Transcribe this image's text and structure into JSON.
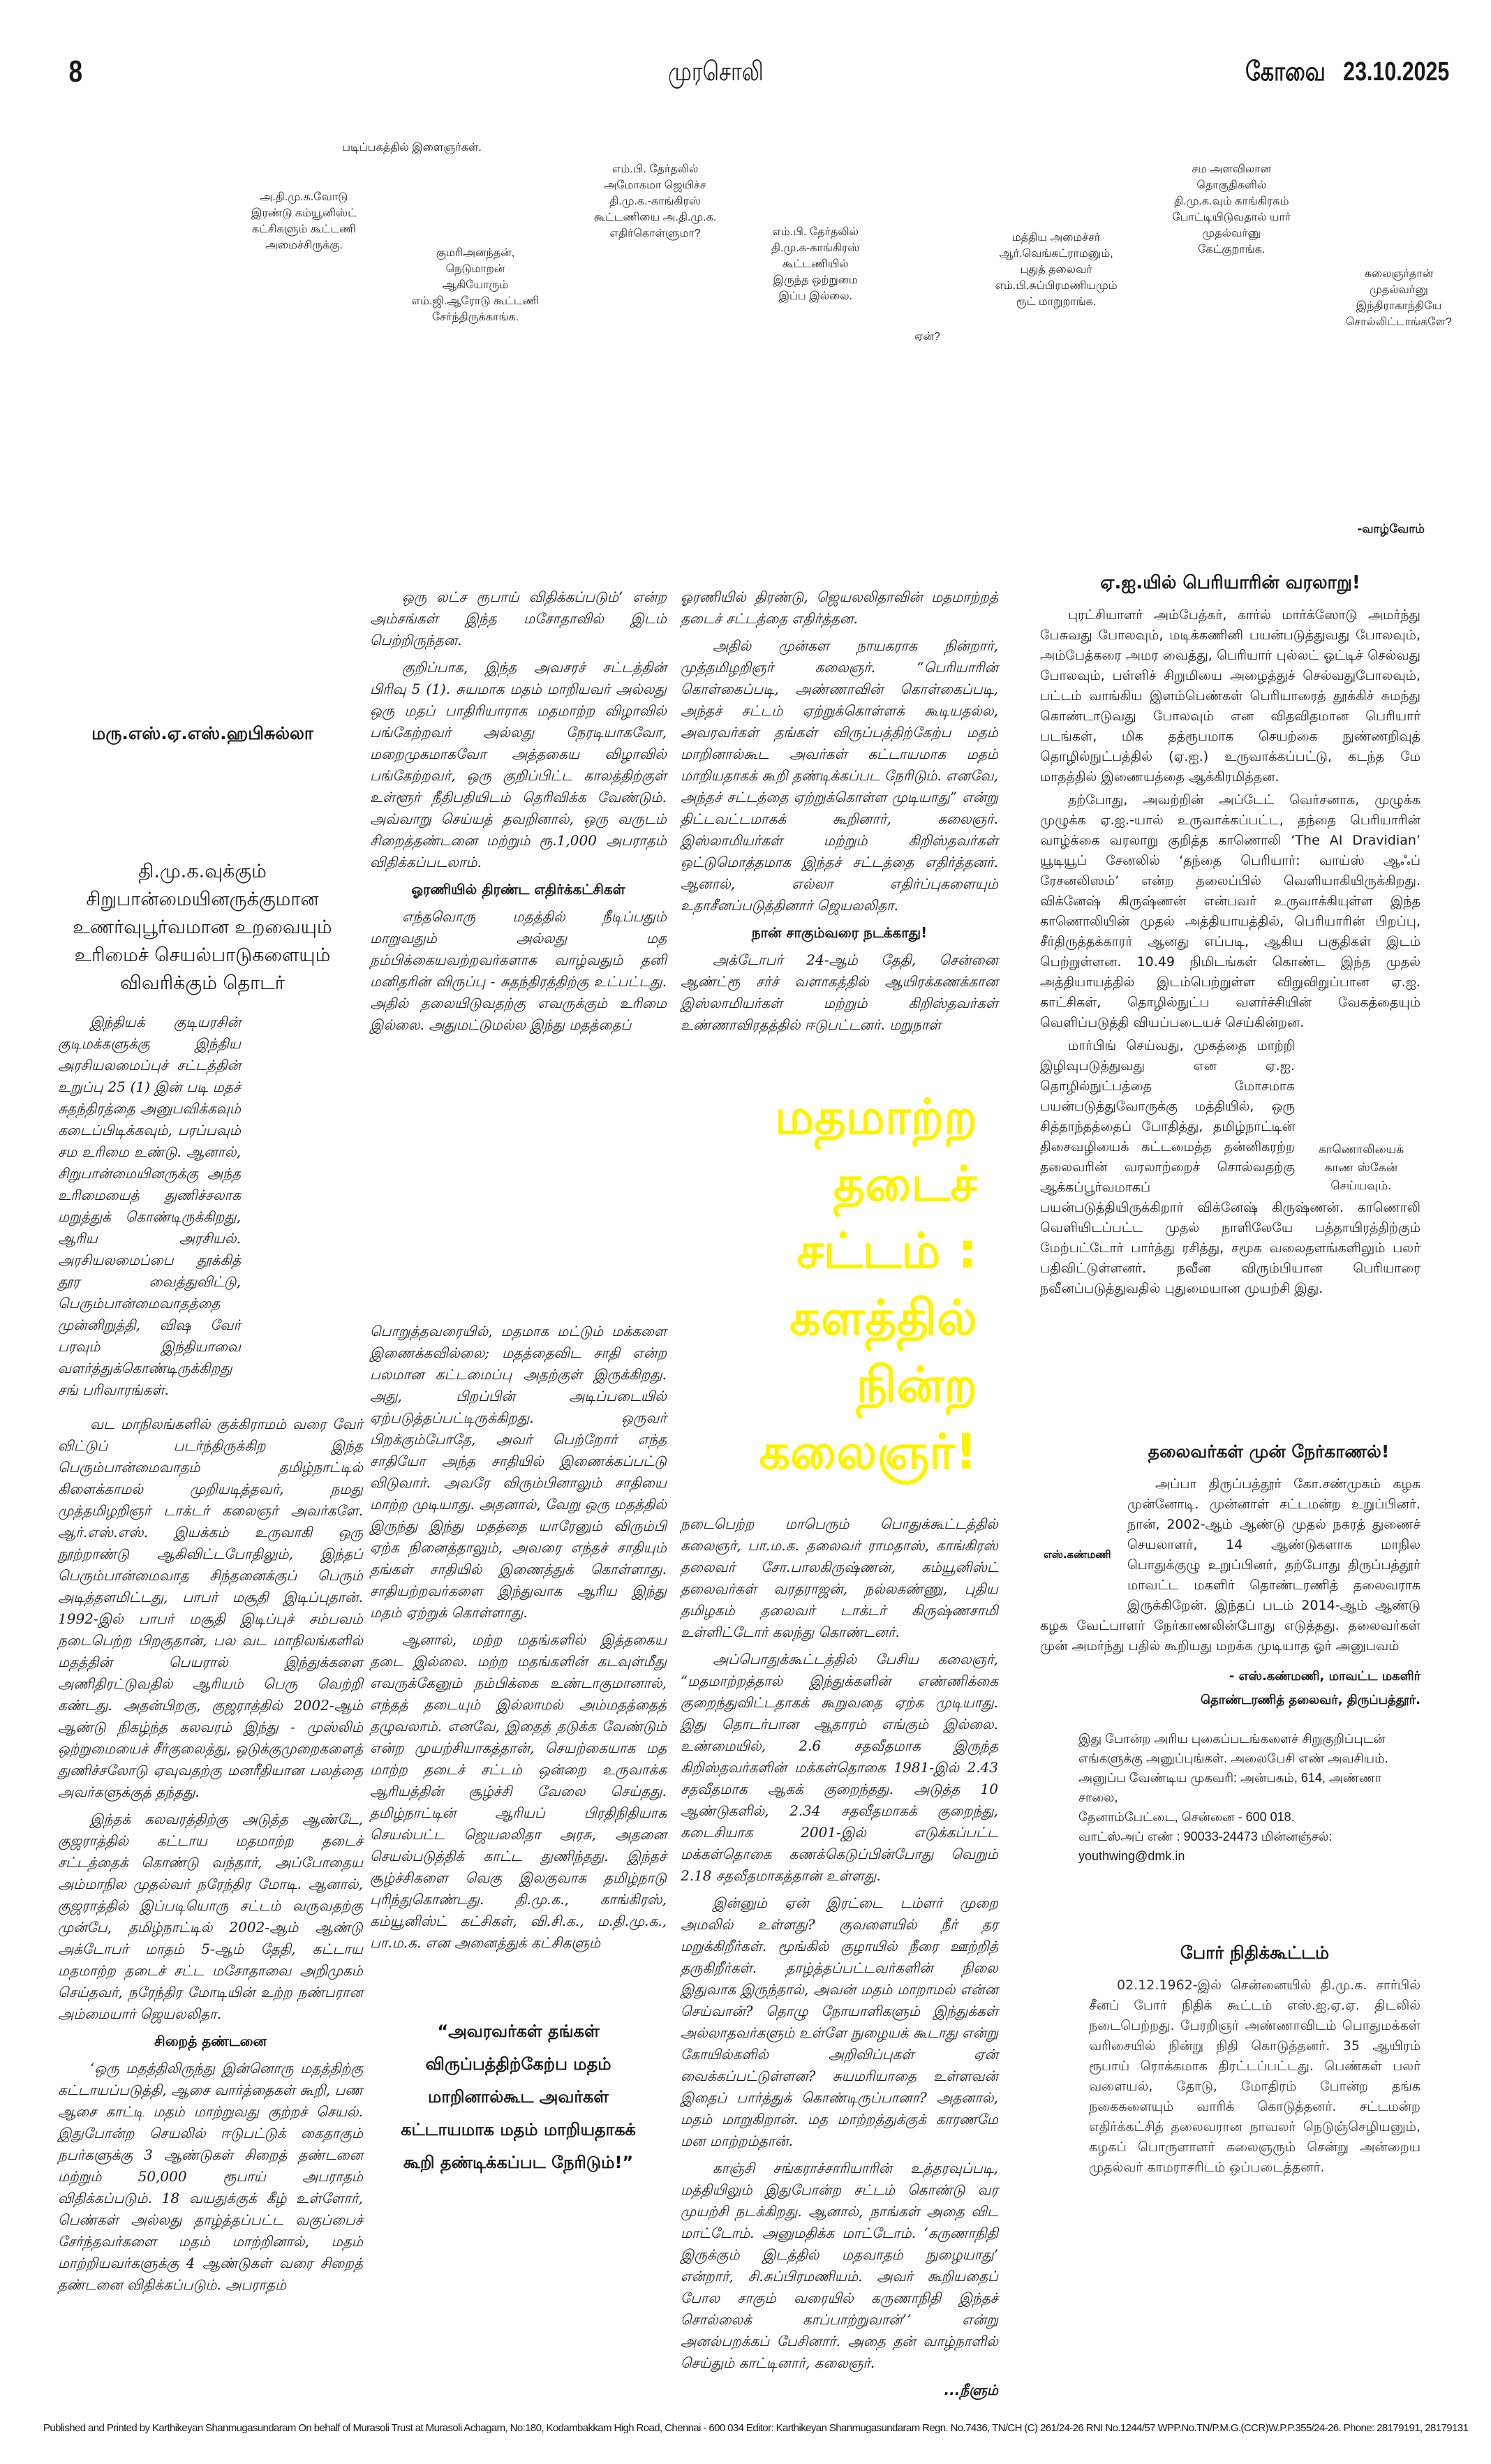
{
  "header": {
    "page_number": "8",
    "masthead": "முரசொலி",
    "edition_date": "கோவை   23.10.2025"
  },
  "cartoon": {
    "caption_top": "படிப்பகத்தில் இளைஞர்கள்.",
    "bubbles": [
      [
        "அ.தி.மு.க.வோடு",
        "இரண்டு கம்யூனிஸ்ட்",
        "கட்சிகளும் கூட்டணி",
        "அமைச்சிருக்கு."
      ],
      [
        "குமரிஅனந்தன்,",
        "நெடுமாறன்",
        "ஆகியோரும்",
        "எம்.ஜி.ஆரோடு கூட்டணி",
        "சேர்ந்திருக்காங்க."
      ],
      [
        "எம்.பி. தேர்தலில்",
        "அமோகமா ஜெயிச்ச",
        "தி.மு.க.-காங்கிரஸ்",
        "கூட்டணியை அ.தி.மு.க.",
        "எதிர்கொள்ளுமா?"
      ],
      [
        "எம்.பி. தேர்தலில்",
        "தி.மு.க-காங்கிரஸ்",
        "கூட்டணியில்",
        "இருந்த ஒற்றுமை",
        "இப்ப இல்லை."
      ],
      [
        "மத்திய அமைச்சர்",
        "ஆர்.வெங்கட்ராமனும்,",
        "புதுத் தலைவர்",
        "எம்.பி.சுப்பிரமணியமும்",
        "ரூட் மாறுறாங்க."
      ],
      [
        "சம அளவிலான",
        "தொகுதிகளில்",
        "தி.மு.க.வும் காங்கிரசும்",
        "போட்டியிடுவதால் யார்",
        "முதல்வர்னு",
        "கேட்குறாங்க."
      ],
      [
        "கலைஞர்தான்",
        "முதல்வர்னு",
        "இந்திராகாந்தியே",
        "சொல்லிட்டாங்களே?"
      ],
      [
        "ஏன்?"
      ]
    ],
    "signoff": "-வாழ்வோம்"
  },
  "main_article": {
    "author": "மரு.எஸ்.ஏ.எஸ்.ஹபிசுல்லா",
    "series_title": [
      "தி.மு.க.வுக்கும்",
      "சிறுபான்மையினருக்குமான",
      "உணர்வுபூர்வமான உறவையும்",
      "உரிமைச் செயல்பாடுகளையும்",
      "விவரிக்கும் தொடர்"
    ],
    "headline": [
      "மதமாற்ற",
      "தடைச் சட்டம் :",
      "களத்தில் நின்ற",
      "கலைஞர்!"
    ],
    "col1_intro": "இந்தியக் குடியரசின் குடிமக்களுக்கு இந்திய அரசியலமைப்புச் சட்டத்தின் உறுப்பு 25 (1) இன் படி மதச் சுதந்திரத்தை அனுபவிக்கவும் கடைப்பிடிக்கவும், பரப்பவும் சம உரிமை உண்டு. ஆனால், சிறுபான்மையினருக்கு அந்த உரிமையைத் துணிச்சலாக மறுத்துக் கொண்டிருக்கிறது, ஆரிய அரசியல். அரசியலமைப்பை தூக்கித் தூர வைத்துவிட்டு, பெரும்பான்மைவாதத்தை முன்னிறுத்தி, விஷ வேர் பரவும் இந்தியாவை வளர்த்துக்கொண்டிருக்கிறது சங் பரிவாரங்கள்.",
    "col1": [
      "வட மாநிலங்களில் குக்கிராமம் வரை வேர் விட்டுப் படர்ந்திருக்கிற இந்த பெரும்பான்மைவாதம் தமிழ்நாட்டில் கிளைக்காமல் முறியடித்தவர், நமது முத்தமிழறிஞர் டாக்டர் கலைஞர் அவர்களே. ஆர்.எஸ்.எஸ். இயக்கம் உருவாகி ஒரு நூற்றாண்டு ஆகிவிட்டபோதிலும், இந்தப் பெரும்பான்மைவாத சிந்தனைக்குப் பெரும் அடித்தளமிட்டது, பாபர் மசூதி இடிப்புதான். 1992-இல் பாபர் மசூதி இடிப்புச் சம்பவம் நடைபெற்ற பிறகுதான், பல வட மாநிலங்களில் மதத்தின் பெயரால் இந்துக்களை அணிதிரட்டுவதில் ஆரியம் பெரு வெற்றி கண்டது. அதன்பிறகு, குஜராத்தில் 2002-ஆம் ஆண்டு நிகழ்ந்த கலவரம் இந்து - முஸ்லிம் ஒற்றுமையைச் சீர்குலைத்து, ஒடுக்குமுறைகளைத் துணிச்சலோடு ஏவுவதற்கு மனரீதியான பலத்தை அவர்களுக்குத் தந்தது.",
      "இந்தக் கலவரத்திற்கு அடுத்த ஆண்டே, குஜராத்தில் கட்டாய மதமாற்ற தடைச் சட்டத்தைக் கொண்டு வந்தார், அப்போதைய அம்மாநில முதல்வர் நரேந்திர மோடி. ஆனால், குஜராத்தில் இப்படியொரு சட்டம் வருவதற்கு முன்பே, தமிழ்நாட்டில் 2002-ஆம் ஆண்டு அக்டோபர் மாதம் 5-ஆம் தேதி, கட்டாய மதமாற்ற தடைச் சட்ட மசோதாவை அறிமுகம் செய்தவர், நரேந்திர மோடியின் உற்ற நண்பரான அம்மையார் ஜெயலலிதா."
    ],
    "sub_jail": "சிறைத் தண்டனை",
    "col1_after": "‘ஒரு மதத்திலிருந்து இன்னொரு மதத்திற்கு கட்டாயப்படுத்தி, ஆசை வார்த்தைகள் கூறி, பண ஆசை காட்டி மதம் மாற்றுவது குற்றச் செயல். இதுபோன்ற செயலில் ஈடுபட்டுக் கைதாகும் நபர்களுக்கு 3 ஆண்டுகள் சிறைத் தண்டனை மற்றும் 50,000 ரூபாய் அபராதம் விதிக்கப்படும். 18 வயதுக்குக் கீழ் உள்ளோர், பெண்கள் அல்லது தாழ்த்தப்பட்ட வகுப்பைச் சேர்ந்தவர்களை மதம் மாற்றினால், மதம் மாற்றியவர்களுக்கு 4 ஆண்டுகள் வரை சிறைத் தண்டனை விதிக்கப்படும். அபராதம்",
    "col2_top": [
      "ஒரு லட்ச ரூபாய் விதிக்கப்படும்’ என்ற அம்சங்கள் இந்த மசோதாவில் இடம் பெற்றிருந்தன.",
      "குறிப்பாக, இந்த அவசரச் சட்டத்தின் பிரிவு 5 (1). சுயமாக மதம் மாறியவர் அல்லது ஒரு மதப் பாதிரியாராக மதமாற்ற விழாவில் பங்கேற்றவர் அல்லது நேரடியாகவோ, மறைமுகமாகவோ அத்தகைய விழாவில் பங்கேற்றவர், ஒரு குறிப்பிட்ட காலத்திற்குள் உள்ளூர் நீதிபதியிடம் தெரிவிக்க வேண்டும். அவ்வாறு செய்யத் தவறினால், ஒரு வருடம் சிறைத்தண்டனை மற்றும் ரூ.1,000 அபராதம் விதிக்கப்படலாம்."
    ],
    "sub_opposition": "ஓரணியில் திரண்ட எதிர்க்கட்சிகள்",
    "col2_mid": "எந்தவொரு மதத்தில் நீடிப்பதும் மாறுவதும் அல்லது மத நம்பிக்கையவற்றவர்களாக வாழ்வதும் தனி மனிதரின் விருப்பு - சுதந்திரத்திற்கு உட்பட்டது. அதில் தலையிடுவதற்கு எவருக்கும் உரிமை இல்லை. அதுமட்டுமல்ல இந்து மதத்தைப்",
    "col2_bottom": [
      "பொறுத்தவரையில், மதமாக மட்டும் மக்களை இணைக்கவில்லை; மதத்தைவிட சாதி என்ற பலமான கட்டமைப்பு அதற்குள் இருக்கிறது. அது, பிறப்பின் அடிப்படையில் ஏற்படுத்தப்பட்டிருக்கிறது. ஒருவர் பிறக்கும்போதே, அவர் பெற்றோர் எந்த சாதியோ அந்த சாதியில் இணைக்கப்பட்டு விடுவார். அவரே விரும்பினாலும் சாதியை மாற்ற முடியாது. அதனால், வேறு ஒரு மதத்தில் இருந்து இந்து மதத்தை யாரேனும் விரும்பி ஏற்க நினைத்தாலும், அவரை எந்தச் சாதியும் தங்கள் சாதியில் இணைத்துக் கொள்ளாது. சாதியற்றவர்களை இந்துவாக ஆரிய இந்து மதம் ஏற்றுக் கொள்ளாது.",
      "ஆனால், மற்ற மதங்களில் இத்தகைய தடை இல்லை. மற்ற மதங்களின் கடவுள்மீது எவருக்கேனும் நம்பிக்கை உண்டாகுமானால், எந்தத் தடையும் இல்லாமல் அம்மதத்தைத் தழுவலாம். எனவே, இதைத் தடுக்க வேண்டும் என்ற முயற்சியாகத்தான், செயற்கையாக மத மாற்ற தடைச் சட்டம் ஒன்றை உருவாக்க ஆரியத்தின் சூழ்ச்சி வேலை செய்தது. தமிழ்நாட்டின் ஆரியப் பிரதிநிதியாக செயல்பட்ட ஜெயலலிதா அரசு, அதனை செயல்படுத்திக் காட்ட துணிந்தது. இந்தச் சூழ்ச்சிகளை வெகு இலகுவாக தமிழ்நாடு புரிந்துகொண்டது. தி.மு.க., காங்கிரஸ், கம்யூனிஸ்ட் கட்சிகள், வி.சி.க., ம.தி.மு.க., பா.ம.க. என அனைத்துக் கட்சிகளும்"
    ],
    "pull_quote": [
      "“அவரவர்கள் தங்கள்",
      "விருப்பத்திற்கேற்ப மதம்",
      "மாறினால்கூட அவர்கள்",
      "கட்டாயமாக மதம் மாறியதாகக்",
      "கூறி தண்டிக்கப்பட நேரிடும்!”"
    ],
    "col3_top": [
      "ஓரணியில் திரண்டு, ஜெயலலிதாவின் மதமாற்றத் தடைச் சட்டத்தை எதிர்த்தன.",
      "அதில் முன்கள நாயகராக நின்றார், முத்தமிழறிஞர் கலைஞர். “பெரியாரின் கொள்கைப்படி, அண்ணாவின் கொள்கைப்படி, அந்தச் சட்டம் ஏற்றுக்கொள்ளக் கூடியதல்ல, அவரவர்கள் தங்கள் விருப்பத்திற்கேற்ப மதம் மாறினால்கூட அவர்கள் கட்டாயமாக மதம் மாறியதாகக் கூறி தண்டிக்கப்பட நேரிடும். எனவே, அந்தச் சட்டத்தை ஏற்றுக்கொள்ள முடியாது” என்று திட்டவட்டமாகக் கூறினார், கலைஞர். இஸ்லாமியர்கள் மற்றும் கிறிஸ்தவர்கள் ஒட்டுமொத்தமாக இந்தச் சட்டத்தை எதிர்த்தனர். ஆனால், எல்லா எதிர்ப்புகளையும் உதாசீனப்படுத்தினார் ஜெயலலிதா."
    ],
    "sub_never": "நான் சாகும்வரை நடக்காது!",
    "col3_mid": "அக்டோபர் 24-ஆம் தேதி, சென்னை ஆண்ட்ரூ சர்ச் வளாகத்தில் ஆயிரக்கணக்கான இஸ்லாமியர்கள் மற்றும் கிறிஸ்தவர்கள் உண்ணாவிரதத்தில் ஈடுபட்டனர். மறுநாள்",
    "col3_bottom": [
      "நடைபெற்ற மாபெரும் பொதுக்கூட்டத்தில் கலைஞர், பா.ம.க. தலைவர் ராமதாஸ், காங்கிரஸ் தலைவர் சோ.பாலகிருஷ்ணன், கம்யூனிஸ்ட் தலைவர்கள் வரதராஜன், நல்லகண்ணு, புதிய தமிழகம் தலைவர் டாக்டர் கிருஷ்ணசாமி உள்ளிட்டோர் கலந்து கொண்டனர்.",
      "அப்பொதுக்கூட்டத்தில் பேசிய கலைஞர், “மதமாற்றத்தால் இந்துக்களின் எண்ணிக்கை குறைந்துவிட்டதாகக் கூறுவதை ஏற்க முடியாது. இது தொடர்பான ஆதாரம் எங்கும் இல்லை. உண்மையில், 2.6 சதவீதமாக இருந்த கிறிஸ்தவர்களின் மக்கள்தொகை 1981-இல் 2.43 சதவீதமாக ஆகக் குறைந்தது. அடுத்த 10 ஆண்டுகளில், 2.34 சதவீதமாகக் குறைந்து, கடைசியாக 2001-இல் எடுக்கப்பட்ட மக்கள்தொகை கணக்கெடுப்பின்போது வெறும் 2.18 சதவீதமாகத்தான் உள்ளது.",
      "இன்னும் ஏன் இரட்டை டம்ளர் முறை அமலில் உள்ளது? குவளையில் நீர் தர மறுக்கிறீர்கள். மூங்கில் குழாயில் நீரை ஊற்றித் தருகிறீர்கள். தாழ்த்தப்பட்டவர்களின் நிலை இதுவாக இருந்தால், அவன் மதம் மாறாமல் என்ன செய்வான்? தொழு நோயாளிகளும் இந்துக்கள் அல்லாதவர்களும் உள்ளே நுழையக் கூடாது என்று கோயில்களில் அறிவிப்புகள் ஏன் வைக்கப்பட்டுள்ளன? சுயமரியாதை உள்ளவன் இதைப் பார்த்துக் கொண்டிருப்பானா? அதனால், மதம் மாறுகிறான். மத மாற்றத்துக்குக் காரணமே மன மாற்றம்தான்.",
      "காஞ்சி சங்கராச்சாரியாரின் உத்தரவுப்படி, மத்தியிலும் இதுபோன்ற சட்டம் கொண்டு வர முயற்சி நடக்கிறது. ஆனால், நாங்கள் அதை விட மாட்டோம். அனுமதிக்க மாட்டோம். ‘கருணாநிதி இருக்கும் இடத்தில் மதவாதம் நுழையாது’ என்றார், சி.சுப்பிரமணியம். அவர் கூறியதைப் போல சாகும் வரையில் கருணாநிதி இந்தச் சொல்லைக் காப்பாற்றுவான்’’ என்று அனல்பறக்கப் பேசினார். அதை தன் வாழ்நாளில் செய்தும் காட்டினார், கலைஞர்."
    ],
    "continued": "...நீளும்"
  },
  "ai_article": {
    "title": "ஏ.ஐ.யில் பெரியாரின் வரலாறு!",
    "paragraphs": [
      "புரட்சியாளர் அம்பேத்கர், கார்ல் மார்க்ஸோடு அமர்ந்து பேசுவது போலவும், மடிக்கணினி பயன்படுத்துவது போலவும், அம்பேத்கரை அமர வைத்து, பெரியார் புல்லட் ஓட்டிச் செல்வது போலவும், பள்ளிச் சிறுமியை அழைத்துச் செல்வதுபோலவும், பட்டம் வாங்கிய இளம்பெண்கள் பெரியாரைத் தூக்கிச் சுமந்து கொண்டாடுவது போலவும் என விதவிதமான பெரியார் படங்கள், மிக தத்ரூபமாக செயற்கை நுண்ணறிவுத் தொழில்நுட்பத்தில் (ஏ.ஐ.) உருவாக்கப்பட்டு, கடந்த மே மாதத்தில் இணையத்தை ஆக்கிரமித்தன.",
      "தற்போது, அவற்றின் அப்டேட் வெர்சனாக, முழுக்க முழுக்க ஏ.ஐ.-யால் உருவாக்கப்பட்ட, தந்தை பெரியாரின் வாழ்க்கை வரலாறு குறித்த காணொலி ‘The AI Dravidian’ யூடியூப் சேனலில் ‘தந்தை பெரியார்: வாய்ஸ் ஆஃப் ரேசனலிஸம்’ என்ற தலைப்பில் வெளியாகியிருக்கிறது. விக்னேஷ் கிருஷ்ணன் என்பவர் உருவாக்கியுள்ள இந்த காணொலியின் முதல் அத்தியாயத்தில், பெரியாரின் பிறப்பு, சீர்திருத்தக்காரர் ஆனது எப்படி, ஆகிய பகுதிகள் இடம் பெற்றுள்ளன. 10.49 நிமிடங்கள் கொண்ட இந்த முதல் அத்தியாயத்தில் இடம்பெற்றுள்ள விறுவிறுப்பான ஏ.ஐ. காட்சிகள், தொழில்நுட்ப வளர்ச்சியின் வேகத்தையும் வெளிப்படுத்தி வியப்படையச் செய்கின்றன.",
      "மார்பிங் செய்வது, முகத்தை மாற்றி இழிவுபடுத்துவது என ஏ.ஐ. தொழில்நுட்பத்தை மோசமாக பயன்படுத்துவோருக்கு மத்தியில், ஒரு சித்தாந்தத்தைப் போதித்து, தமிழ்நாட்டின் திசைவழியைக் கட்டமைத்த தன்னிகரற்ற தலைவரின் வரலாற்றைச் சொல்வதற்கு ஆக்கப்பூர்வமாகப் பயன்படுத்தியிருக்கிறார் விக்னேஷ் கிருஷ்ணன். காணொலி வெளியிடப்பட்ட முதல் நாளிலேயே பத்தாயிரத்திற்கும் மேற்பட்டோர் பார்த்து ரசித்து, சமூக வலைதளங்களிலும் பலர் பதிவிட்டுள்ளனர். நவீன விரும்பியான பெரியாரை நவீனப்படுத்துவதில் புதுமையான முயற்சி இது."
    ],
    "qr_caption": [
      "காணொலியைக்",
      "காண ஸ்கேன்",
      "செய்யவும்."
    ]
  },
  "interview": {
    "title": "தலைவர்கள் முன் நேர்காணல்!",
    "photo_caption": "எஸ்.கண்மணி",
    "body": "அப்பா திருப்பத்தூர் கோ.சண்முகம் கழக முன்னோடி. முன்னாள் சட்டமன்ற உறுப்பினர். நான், 2002-ஆம் ஆண்டு முதல் நகரத் துணைச் செயலாளர், 14 ஆண்டுகளாக மாநில பொதுக்குழு உறுப்பினர், தற்போது திருப்பத்தூர் மாவட்ட மகளிர் தொண்டரணித் தலைவராக இருக்கிறேன். இந்தப் படம் 2014-ஆம் ஆண்டு கழக வேட்பாளர் நேர்காணலின்போது எடுத்தது. தலைவர்கள் முன் அமர்ந்து பதில் கூறியது மறக்க முடியாத ஓர் அனுபவம்",
    "signature": [
      "- எஸ்.கண்மணி, மாவட்ட மகளிர்",
      "தொண்டரணித் தலைவர், திருப்பத்தூர்."
    ],
    "submission_note": [
      "இது போன்ற அரிய புகைப்படங்களைச் சிறுகுறிப்புடன்",
      "எங்களுக்கு அனுப்புங்கள். அலைபேசி எண் அவசியம்.",
      "அனுப்ப வேண்டிய முகவரி: அன்பகம், 614, அண்ணா சாலை,",
      "தேனாம்பேட்டை, சென்னை - 600 018.",
      "வாட்ஸ்அப் எண் : 90033-24473 மின்னஞ்சல்: youthwing@dmk.in"
    ]
  },
  "war_fund": {
    "title": "போர் நிதிக்கூட்டம்",
    "body": "02.12.1962-இல் சென்னையில் தி.மு.க. சார்பில் சீனப் போர் நிதிக் கூட்டம் எஸ்.ஐ.ஏ.ஏ. திடலில் நடைபெற்றது. பேரறிஞர் அண்ணாவிடம் பொதுமக்கள் வரிசையில் நின்று நிதி கொடுத்தனர். 35 ஆயிரம் ரூபாய் ரொக்கமாக திரட்டப்பட்டது. பெண்கள் பலர் வளையல், தோடு, மோதிரம் போன்ற தங்க நகைகளையும் வாரிக் கொடுத்தனர். சட்டமன்ற எதிர்க்கட்சித் தலைவரான நாவலர் நெடுஞ்செழியனும், கழகப் பொருளாளர் கலைஞரும் சென்று அன்றைய முதல்வர் காமராசரிடம் ஒப்படைத்தனர்."
  },
  "footer": {
    "imprint": "Published and Printed by Karthikeyan Shanmugasundaram On behalf of Murasoli Trust at Murasoli Achagam, No:180, Kodambakkam High Road, Chennai - 600 034 Editor: Karthikeyan Shanmugasundaram Regn. No.7436, TN/CH (C) 261/24-26 RNI No.1244/57 WPP.No.TN/P.M.G.(CCR)W.P.P.355/24-26. Phone: 28179191, 28179131"
  },
  "colors": {
    "headline_yellow": "#FFF200",
    "text": "#1a1a1a"
  }
}
